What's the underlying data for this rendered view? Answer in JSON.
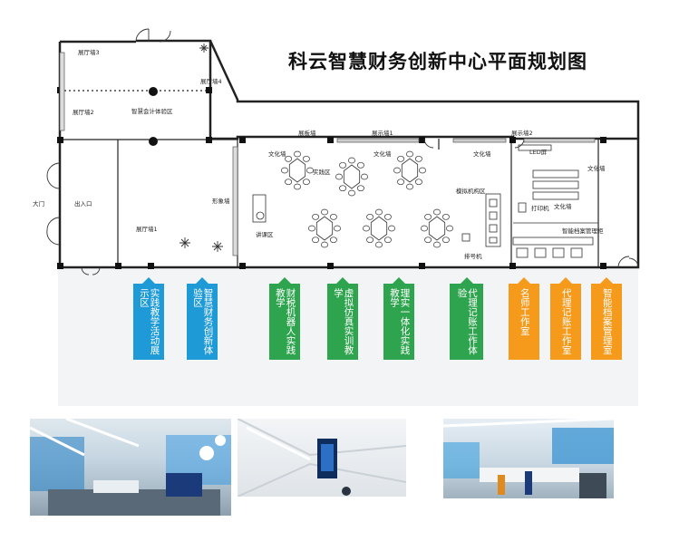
{
  "title": "科云智慧财务创新中心平面规划图",
  "floor_labels": {
    "hall3": "展厅墙3",
    "hall2": "展厅墙2",
    "hall4": "展厅墙4",
    "hall1": "展厅墙1",
    "smart_acc": "智慧会计体验区",
    "entrance": "出入口",
    "main_door": "大门",
    "image_wall": "形象墙",
    "display_wall": "展板墙",
    "show_wall1": "展示墙1",
    "show_wall2": "展示墙2",
    "culture_wall1": "文化墙",
    "culture_wall2": "文化墙",
    "culture_wall3": "文化墙",
    "culture_wall4": "文化墙",
    "practice_area": "实践区",
    "lecture_area": "讲课区",
    "sim_org_area": "模拟机构区",
    "queue_machine": "排号机",
    "led_screen": "LED屏",
    "printer": "打印机",
    "archive_cabinet": "智能档案管理柜"
  },
  "zones": [
    {
      "label": "实践教学活动展示区",
      "color": "#1e9ad6"
    },
    {
      "label": "智慧财务创新体验区",
      "color": "#1e9ad6"
    },
    {
      "label": "财税机器人实践教学",
      "color": "#2fa44f"
    },
    {
      "label": "虚拟仿真实训教学",
      "color": "#2fa44f"
    },
    {
      "label": "理实一体化实践教学",
      "color": "#2fa44f"
    },
    {
      "label": "代理记账工作体验",
      "color": "#2fa44f"
    },
    {
      "label": "名师工作室",
      "color": "#f59a1b"
    },
    {
      "label": "代理记账工作室",
      "color": "#f59a1b"
    },
    {
      "label": "智能档案管理室",
      "color": "#f59a1b"
    }
  ]
}
